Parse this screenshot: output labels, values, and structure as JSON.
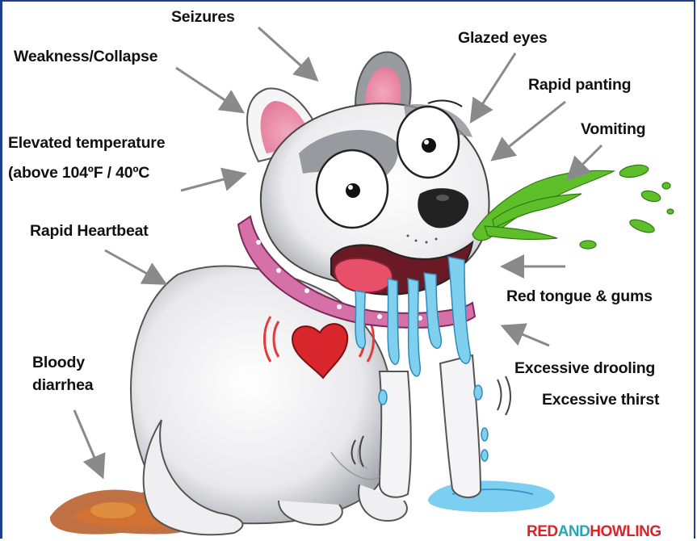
{
  "labels": {
    "seizures": "Seizures",
    "weakness": "Weakness/Collapse",
    "glazed_eyes": "Glazed eyes",
    "rapid_panting": "Rapid panting",
    "vomiting": "Vomiting",
    "elevated_temp_1": "Elevated temperature",
    "elevated_temp_2": "(above 104ºF / 40ºC",
    "rapid_heartbeat": "Rapid Heartbeat",
    "red_tongue": "Red tongue & gums",
    "bloody_1": "Bloody",
    "bloody_2": "diarrhea",
    "drooling": "Excessive drooling",
    "thirst": "Excessive thirst"
  },
  "brand": {
    "red": "RED",
    "and": "AND",
    "howling": "HOWLING"
  },
  "colors": {
    "frame": "#1f3f8f",
    "brand_red": "#d8232a",
    "brand_teal": "#27a7b5",
    "vomit": "#5fbf2a",
    "drool": "#6cc6e8",
    "diarrhea": "#a8522a",
    "collar": "#d670a8",
    "heart": "#d9252c"
  }
}
